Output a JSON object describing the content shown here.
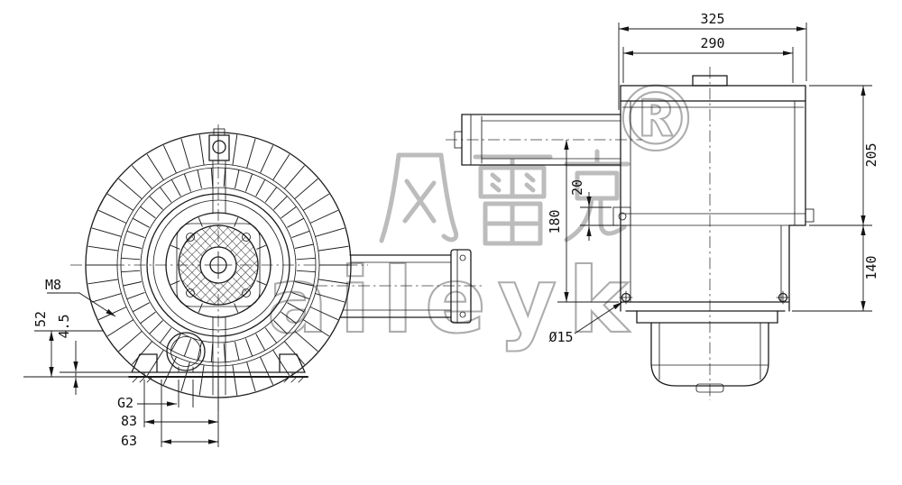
{
  "watermark": {
    "cjk_text": "风雷克",
    "latin_text": "aileyk",
    "registered_mark": "®"
  },
  "front_view": {
    "dims": {
      "m8": "M8",
      "h52": "52",
      "h45": "4.5",
      "g2": "G2",
      "w83": "83",
      "w63": "63"
    }
  },
  "side_view": {
    "dims": {
      "w325": "325",
      "w290": "290",
      "h205": "205",
      "h140": "140",
      "h180": "180",
      "h20": "20",
      "dia15": "Ø15"
    }
  }
}
